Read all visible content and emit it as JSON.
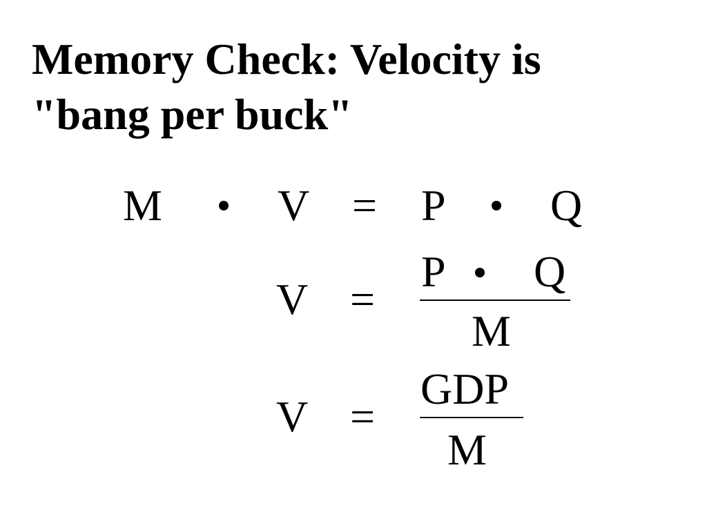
{
  "title": {
    "line1": "Memory Check: Velocity is",
    "line2": "\"bang per buck\""
  },
  "equation1": {
    "m": "M",
    "v": "V",
    "equals": "=",
    "p": "P",
    "q": "Q"
  },
  "equation2": {
    "v": "V",
    "equals": "=",
    "numerator_p": "P",
    "numerator_q": "Q",
    "denominator": "M"
  },
  "equation3": {
    "v": "V",
    "equals": "=",
    "numerator": "GDP",
    "denominator": "M"
  }
}
